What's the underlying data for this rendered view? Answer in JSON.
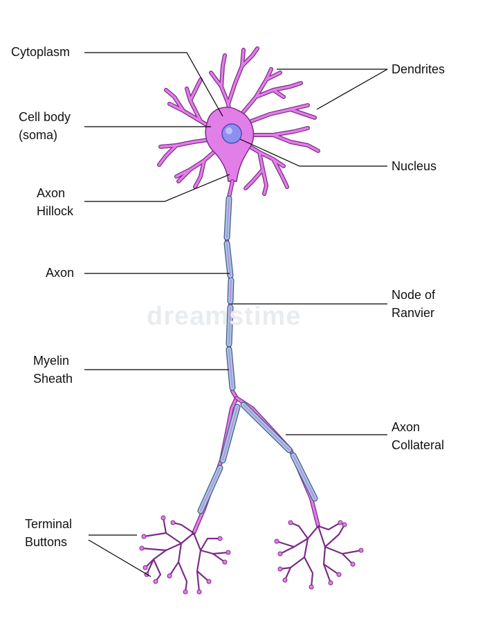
{
  "labels": {
    "cytoplasm": "Cytoplasm",
    "cell_body_1": "Cell body",
    "cell_body_2": "(soma)",
    "axon_hillock_1": "Axon",
    "axon_hillock_2": "Hillock",
    "axon": "Axon",
    "myelin_1": "Myelin",
    "myelin_2": "Sheath",
    "terminal_1": "Terminal",
    "terminal_2": "Buttons",
    "dendrites": "Dendrites",
    "nucleus": "Nucleus",
    "node_1": "Node of",
    "node_2": "Ranvier",
    "collateral_1": "Axon",
    "collateral_2": "Collateral"
  },
  "watermark": "dreamstime",
  "colors": {
    "cell": "#e27ee8",
    "cell_stroke": "#7a2b86",
    "myelin": "#a6c6e6",
    "nucleus": "#8f8ff0",
    "leader": "#000000"
  }
}
